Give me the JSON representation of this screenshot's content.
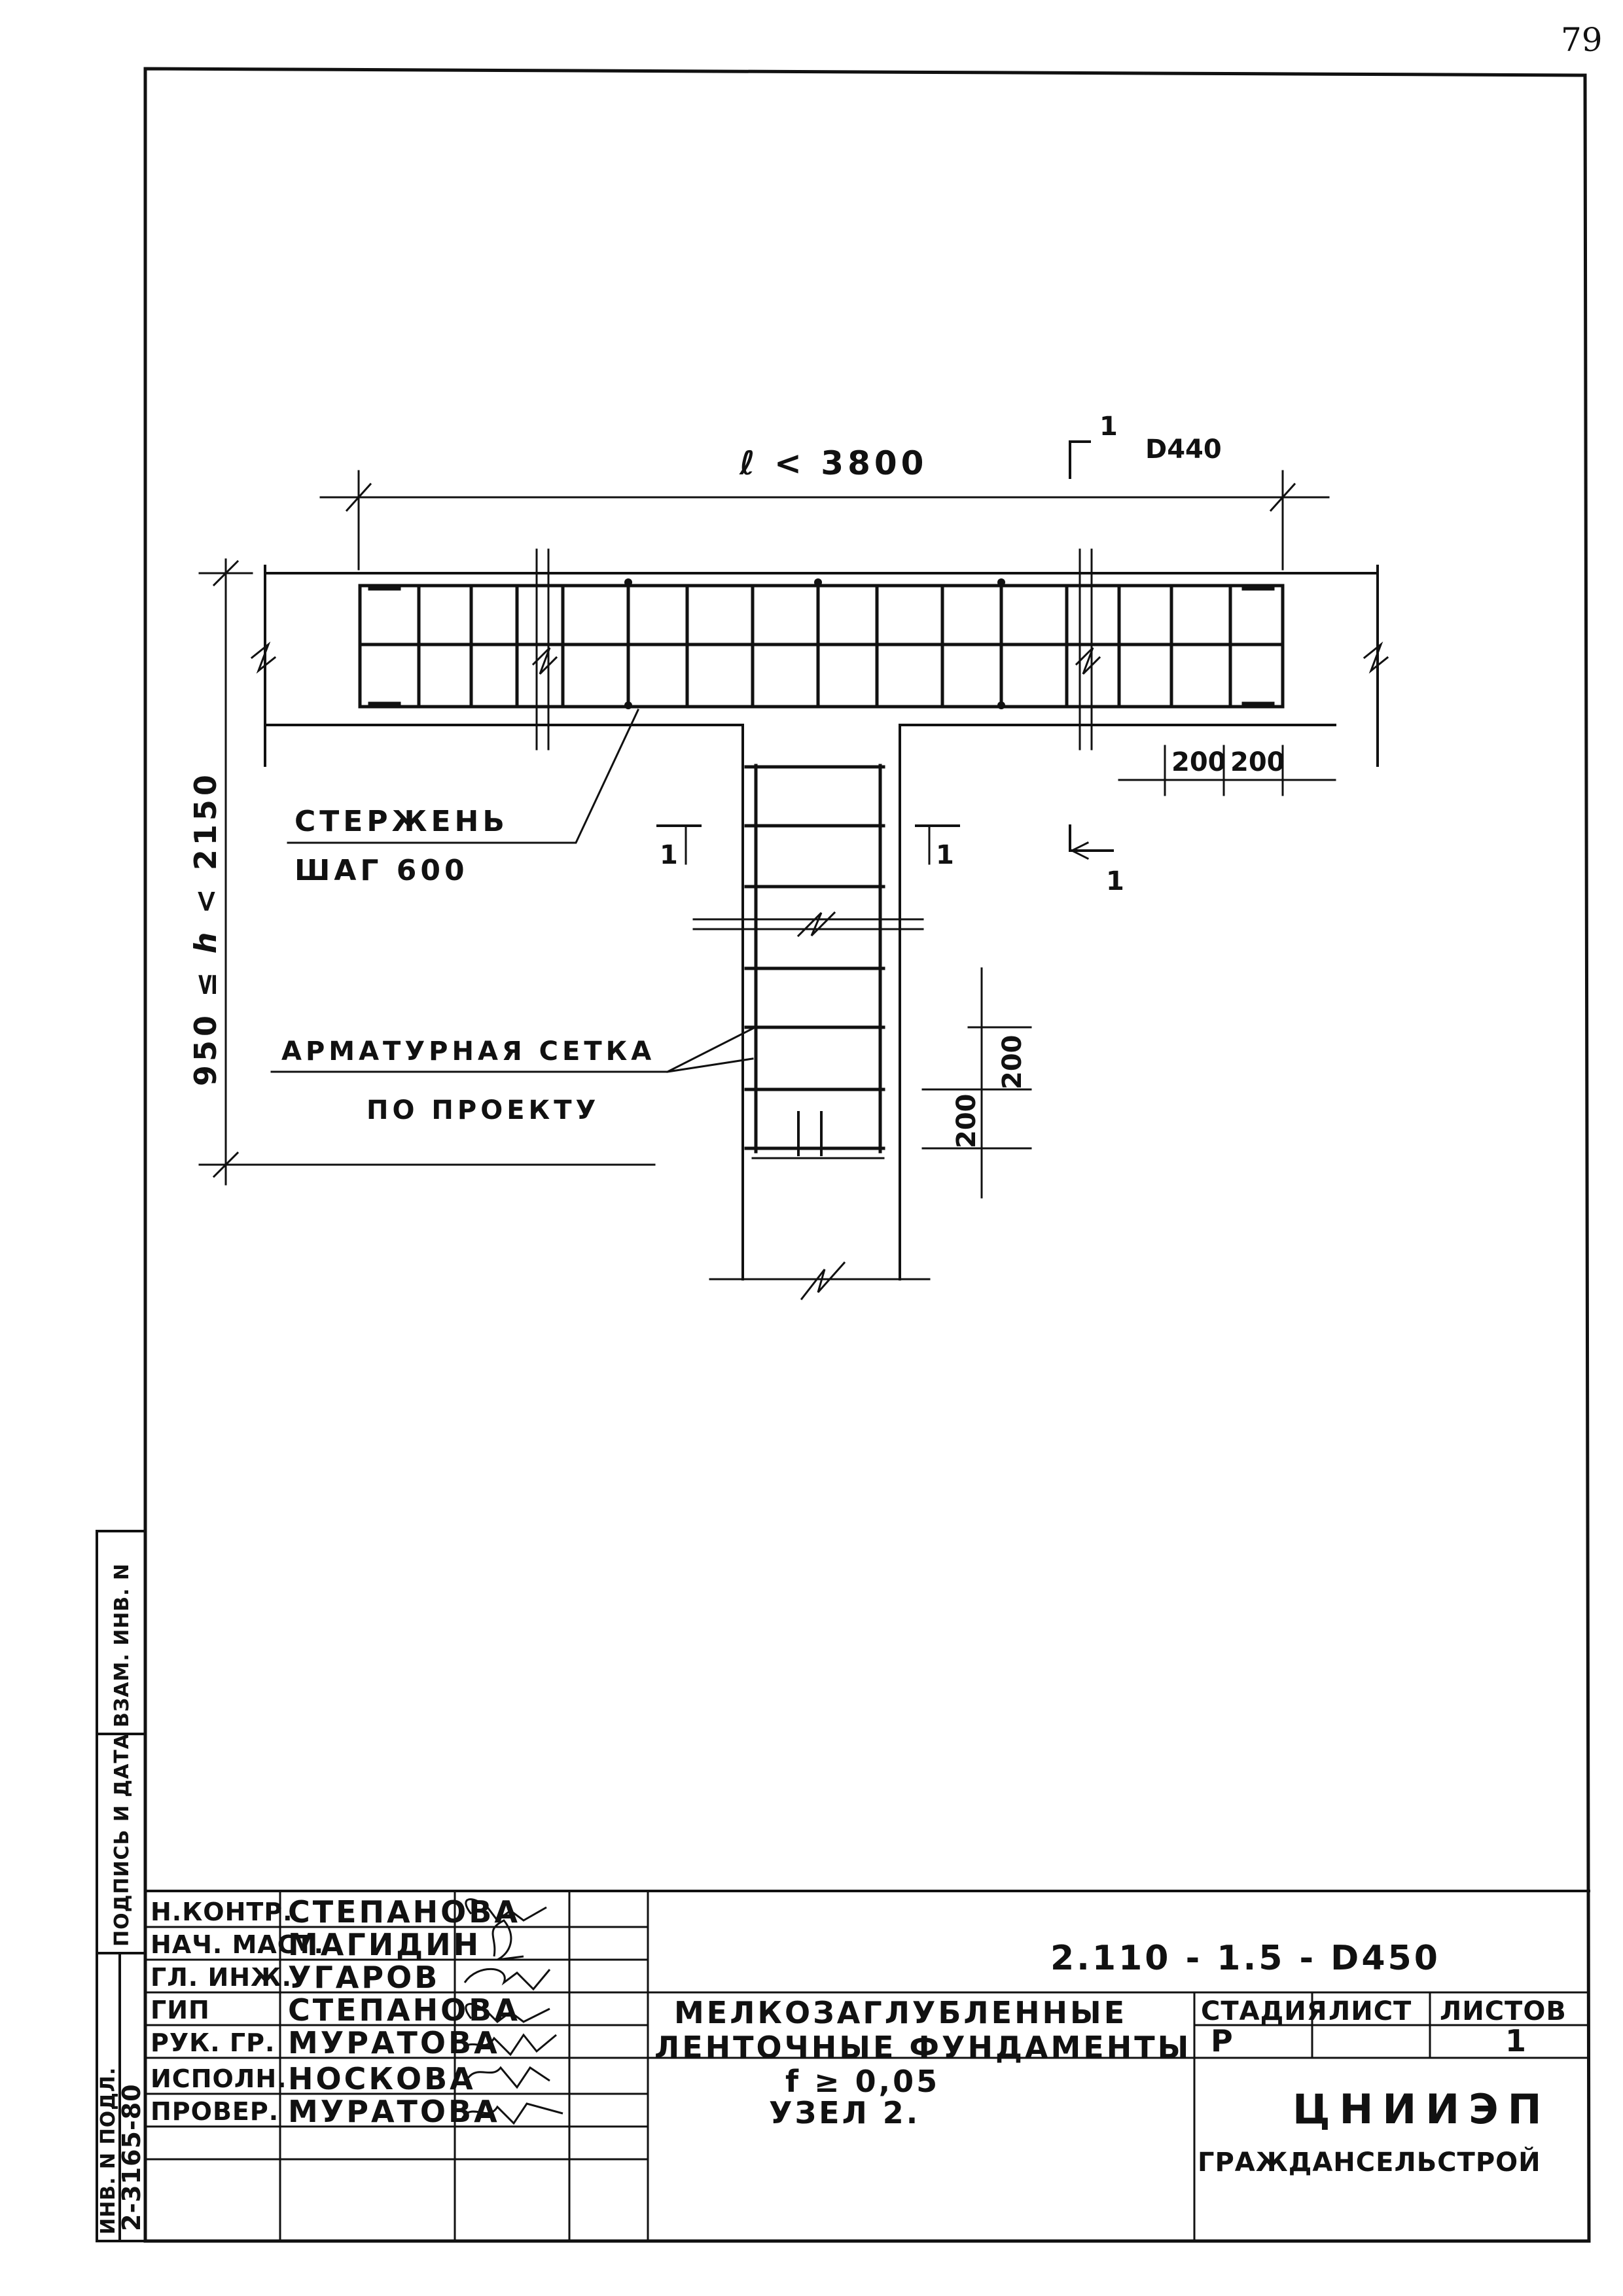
{
  "page_number": "79",
  "dimensions": {
    "span": "ℓ  < 3800",
    "height": "950 ≤ ℎ < 2150",
    "d200_a": "200",
    "d200_b": "200",
    "d200_c": "200",
    "d200_d": "200",
    "section_mark_1": "1",
    "section_code": "D440"
  },
  "labels": {
    "rod_line1": "СТЕРЖЕНЬ",
    "rod_line2": "ШАГ 600",
    "mesh_line1": "АРМАТУРНАЯ  СЕТКА",
    "mesh_line2": "ПО  ПРОЕКТУ",
    "cut_left": "1",
    "cut_right": "1",
    "cut_side": "1"
  },
  "side_stamp": {
    "col1": "ИНВ. N ПОДЛ.",
    "col1_value": "2-3165-80",
    "col2": "ПОДПИСЬ И ДАТА",
    "col3": "ВЗАМ. ИНВ. N"
  },
  "title_block": {
    "doc_code": "2.110 - 1.5 - D450",
    "rows": [
      {
        "role": "Н.КОНТР.",
        "name": "СТЕПАНОВА"
      },
      {
        "role": "НАЧ. МАСТ.",
        "name": "МАГИДИН"
      },
      {
        "role": "ГЛ. ИНЖ.",
        "name": "УГАРОВ"
      },
      {
        "role": "ГИП",
        "name": "СТЕПАНОВА"
      },
      {
        "role": "РУК. ГР.",
        "name": "МУРАТОВА"
      },
      {
        "role": "ИСПОЛН.",
        "name": "НОСКОВА"
      },
      {
        "role": "ПРОВЕР.",
        "name": "МУРАТОВА"
      }
    ],
    "title_line1": "МЕЛКОЗАГЛУБЛЕННЫЕ",
    "title_line2": "ЛЕНТОЧНЫЕ  ФУНДАМЕНТЫ",
    "title_line3": "f ≥ 0,05",
    "title_line4": "УЗЕЛ  2.",
    "stage_header": "СТАДИЯ",
    "sheet_header": "ЛИСТ",
    "sheets_header": "ЛИСТОВ",
    "stage_value": "Р",
    "sheet_value": "",
    "sheets_value": "1",
    "org_name": "ЦНИИЭП",
    "org_sub": "ГРАЖДАНСЕЛЬСТРОЙ"
  }
}
